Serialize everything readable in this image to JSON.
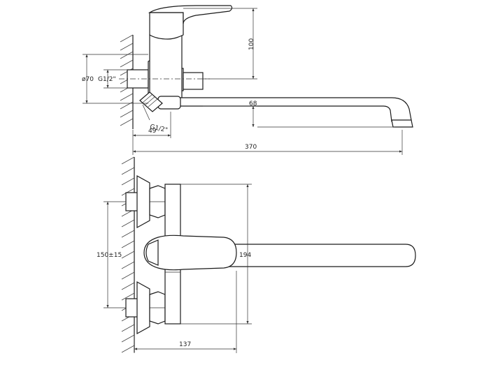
{
  "dimensions": {
    "height_100": "100",
    "dia_70": "ø70",
    "thread_top": "G1/2\"",
    "thread_bottom": "G1/2\"",
    "spout_68": "68",
    "depth_49": "49",
    "length_370": "370",
    "spacing_150": "150±15",
    "height_194": "194",
    "depth_137": "137"
  },
  "colors": {
    "line": "#1a1a1a",
    "background": "#ffffff"
  }
}
